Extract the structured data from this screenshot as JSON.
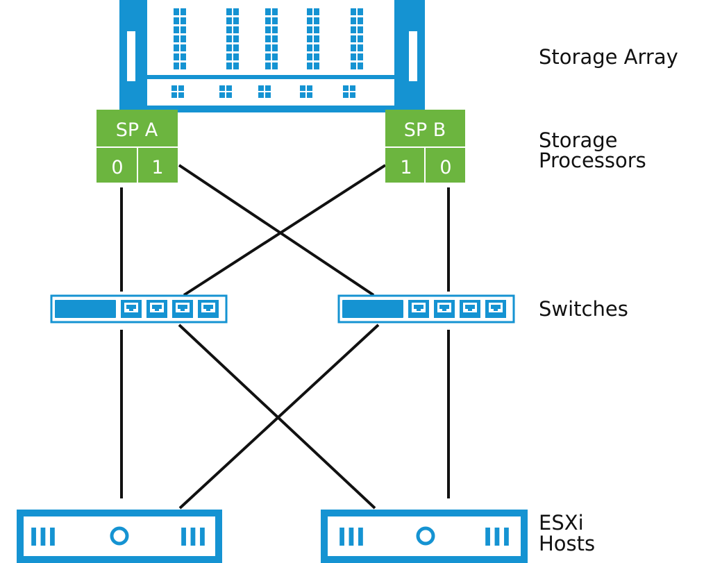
{
  "colors": {
    "blue": "#1593d2",
    "green": "#6cb53f",
    "line": "#111111",
    "label": "#111111"
  },
  "labels": {
    "storage_array": "Storage Array",
    "storage_processors_line1": "Storage",
    "storage_processors_line2": "Processors",
    "switches": "Switches",
    "esxi_line1": "ESXi",
    "esxi_line2": "Hosts"
  },
  "processors": {
    "a": {
      "name": "SP A",
      "ports": [
        "0",
        "1"
      ]
    },
    "b": {
      "name": "SP B",
      "ports": [
        "1",
        "0"
      ]
    }
  },
  "hosts": {
    "left_bars": "III",
    "right_bars": "III"
  }
}
